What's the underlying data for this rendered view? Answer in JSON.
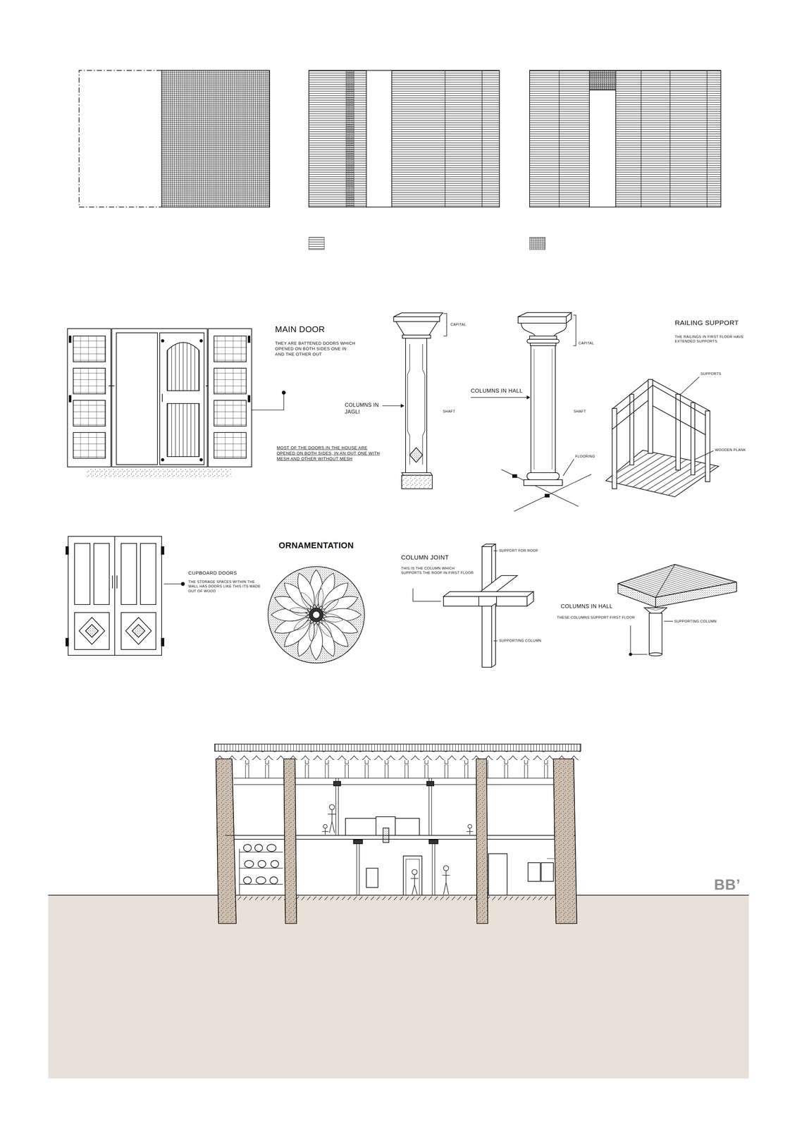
{
  "diagram": {
    "labels": [
      "MAIN DOOR",
      "THEY ARE BATTENED DOORS WHICH OPENED ON BOTH SIDES ONE IN AND THE OTHER OUT",
      "MOST OF THE DOORS IN THE HOUSE ARE OPENED ON BOTH SIDES, IN AN OUT ONE WITH MESH AND OTHER WITHOUT MESH",
      "CAPITAL",
      "COLUMNS IN JAGLI",
      "SHAFT",
      "COLUMNS IN HALL",
      "CAPITAL",
      "SHAFT",
      "FLOORING",
      "RAILING SUPPORT",
      "THE RAILINGS IN FIRST FLOOR HAVE EXTENDED SUPPORTS",
      "SUPPORTS",
      "WOODEN PLANK",
      "CUPBOARD DOORS",
      "THE STORAGE SPACES WITHIN THE WALL HAS DOORS LIKE THIS ITS MADE OUT OF WOOD",
      "ORNAMENTATION",
      "COLUMN JOINT",
      "THIS IS THE COLUMN WHICH SUPPORTS THE ROOF IN FIRST FLOOR",
      "SUPPORT FOR ROOF",
      "SUPPORTING COLUMN",
      "COLUMNS IN HALL",
      "THESE COLUMNS SUPPORT FIRST FLOOR",
      "SUPPORTING COLUMN",
      "BB’"
    ]
  }
}
